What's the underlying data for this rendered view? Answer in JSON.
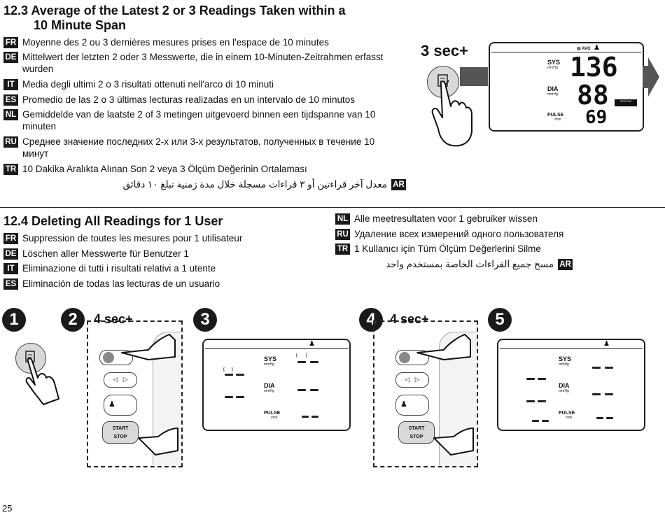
{
  "section1": {
    "title_line1": "12.3  Average of the Latest 2 or 3 Readings Taken within a",
    "title_line2": "10 Minute Span",
    "langs": [
      {
        "code": "FR",
        "text": "Moyenne des 2 ou 3 dernières mesures prises en l'espace de 10 minutes"
      },
      {
        "code": "DE",
        "text": "Mittelwert der letzten 2 oder 3 Messwerte, die in einem 10-Minuten-Zeitrahmen erfasst wurden"
      },
      {
        "code": "IT",
        "text": "Media degli ultimi 2 o 3 risultati ottenuti nell'arco di 10 minuti"
      },
      {
        "code": "ES",
        "text": "Promedio de las 2 o 3 últimas lecturas realizadas en un intervalo de 10 minutos"
      },
      {
        "code": "NL",
        "text": "Gemiddelde van de laatste 2 of 3 metingen uitgevoerd binnen een tijdspanne van 10 minuten"
      },
      {
        "code": "RU",
        "text": "Среднее значение последних 2-х или 3-х результатов, полученных в течение 10 минут"
      },
      {
        "code": "TR",
        "text": "10 Dakika Aralıkta Alınan Son 2 veya 3 Ölçüm Değerinin Ortalaması"
      }
    ],
    "ar": {
      "code": "AR",
      "text": "معدل آخر قراءتين أو ٣ قراءات مسجلة خلال مدة زمنية تبلغ ١٠ دقائق"
    },
    "hold_label": "3 sec+",
    "display": {
      "avg_label": "AVG",
      "sys_label": "SYS",
      "sys_unit": "mmHg",
      "sys_value": "136",
      "dia_label": "DIA",
      "dia_unit": "mmHg",
      "dia_value": "88",
      "pulse_label": "PULSE",
      "pulse_unit": "/min",
      "pulse_value": "69",
      "badge": "SYS DIA"
    }
  },
  "section2": {
    "title": "12.4 Deleting All Readings for 1 User",
    "langs_left": [
      {
        "code": "FR",
        "text": "Suppression de toutes les mesures pour 1 utilisateur"
      },
      {
        "code": "DE",
        "text": "Löschen aller Messwerte für Benutzer 1"
      },
      {
        "code": "IT",
        "text": "Eliminazione di tutti i risultati relativi a 1 utente"
      },
      {
        "code": "ES",
        "text": "Eliminación de todas las lecturas de un usuario"
      }
    ],
    "langs_right": [
      {
        "code": "NL",
        "text": "Alle meetresultaten voor 1 gebruiker wissen"
      },
      {
        "code": "RU",
        "text": "Удаление всех измерений одного пользователя"
      },
      {
        "code": "TR",
        "text": "1 Kullanıcı için Tüm Ölçüm Değerlerini Silme"
      }
    ],
    "ar": {
      "code": "AR",
      "text": "مسح جميع القراءات الخاصة بمستخدم واحد"
    },
    "steps": [
      "1",
      "2",
      "3",
      "4",
      "5"
    ],
    "hold_label_2": "4 sec+",
    "hold_label_4": "4 sec+",
    "start_label": "START",
    "stop_label": "STOP",
    "sys_label": "SYS",
    "sys_unit": "mmHg",
    "dia_label": "DIA",
    "dia_unit": "mmHg",
    "pulse_label": "PULSE",
    "pulse_unit": "/min"
  },
  "page_number": "25"
}
